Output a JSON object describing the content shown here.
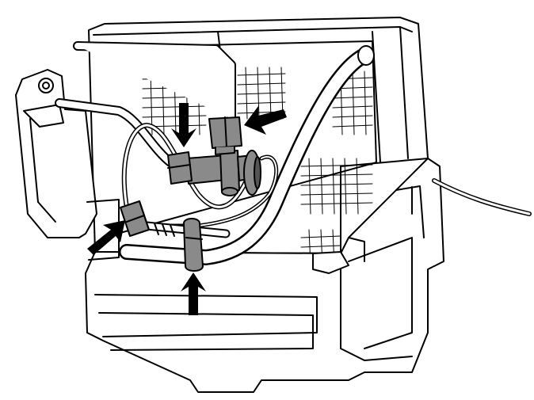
{
  "figure": {
    "subject": "evaporator-core-assembly",
    "line_color": "#000000",
    "background_color": "#ffffff",
    "fill_gray": "#8a8a8a",
    "fill_dark": "#555555"
  },
  "components": [
    {
      "id": "evaporator-core",
      "icon": "evaporator-core-icon"
    },
    {
      "id": "housing-bracket-left",
      "icon": "bracket-icon"
    },
    {
      "id": "suction-line",
      "icon": "pipe-icon"
    },
    {
      "id": "liquid-line",
      "icon": "pipe-icon"
    },
    {
      "id": "expansion-valve",
      "icon": "valve-icon"
    },
    {
      "id": "valve-nut-top",
      "icon": "nut-icon"
    },
    {
      "id": "valve-nut-left",
      "icon": "nut-icon"
    },
    {
      "id": "capillary-tube",
      "icon": "tube-icon"
    },
    {
      "id": "sensing-bulb",
      "icon": "bulb-icon"
    },
    {
      "id": "retaining-clip",
      "icon": "clip-icon"
    },
    {
      "id": "sensor-connector",
      "icon": "connector-icon"
    },
    {
      "id": "external-wire",
      "icon": "wire-icon"
    }
  ],
  "callouts": [
    {
      "id": "arrow-valve-top-nut",
      "direction": "down",
      "points_to": "valve-nut-left"
    },
    {
      "id": "arrow-valve-right-nut",
      "direction": "down-left",
      "points_to": "valve-nut-top"
    },
    {
      "id": "arrow-sensor-connector",
      "direction": "up-right",
      "points_to": "sensor-connector"
    },
    {
      "id": "arrow-retaining-clip",
      "direction": "up",
      "points_to": "retaining-clip"
    }
  ]
}
